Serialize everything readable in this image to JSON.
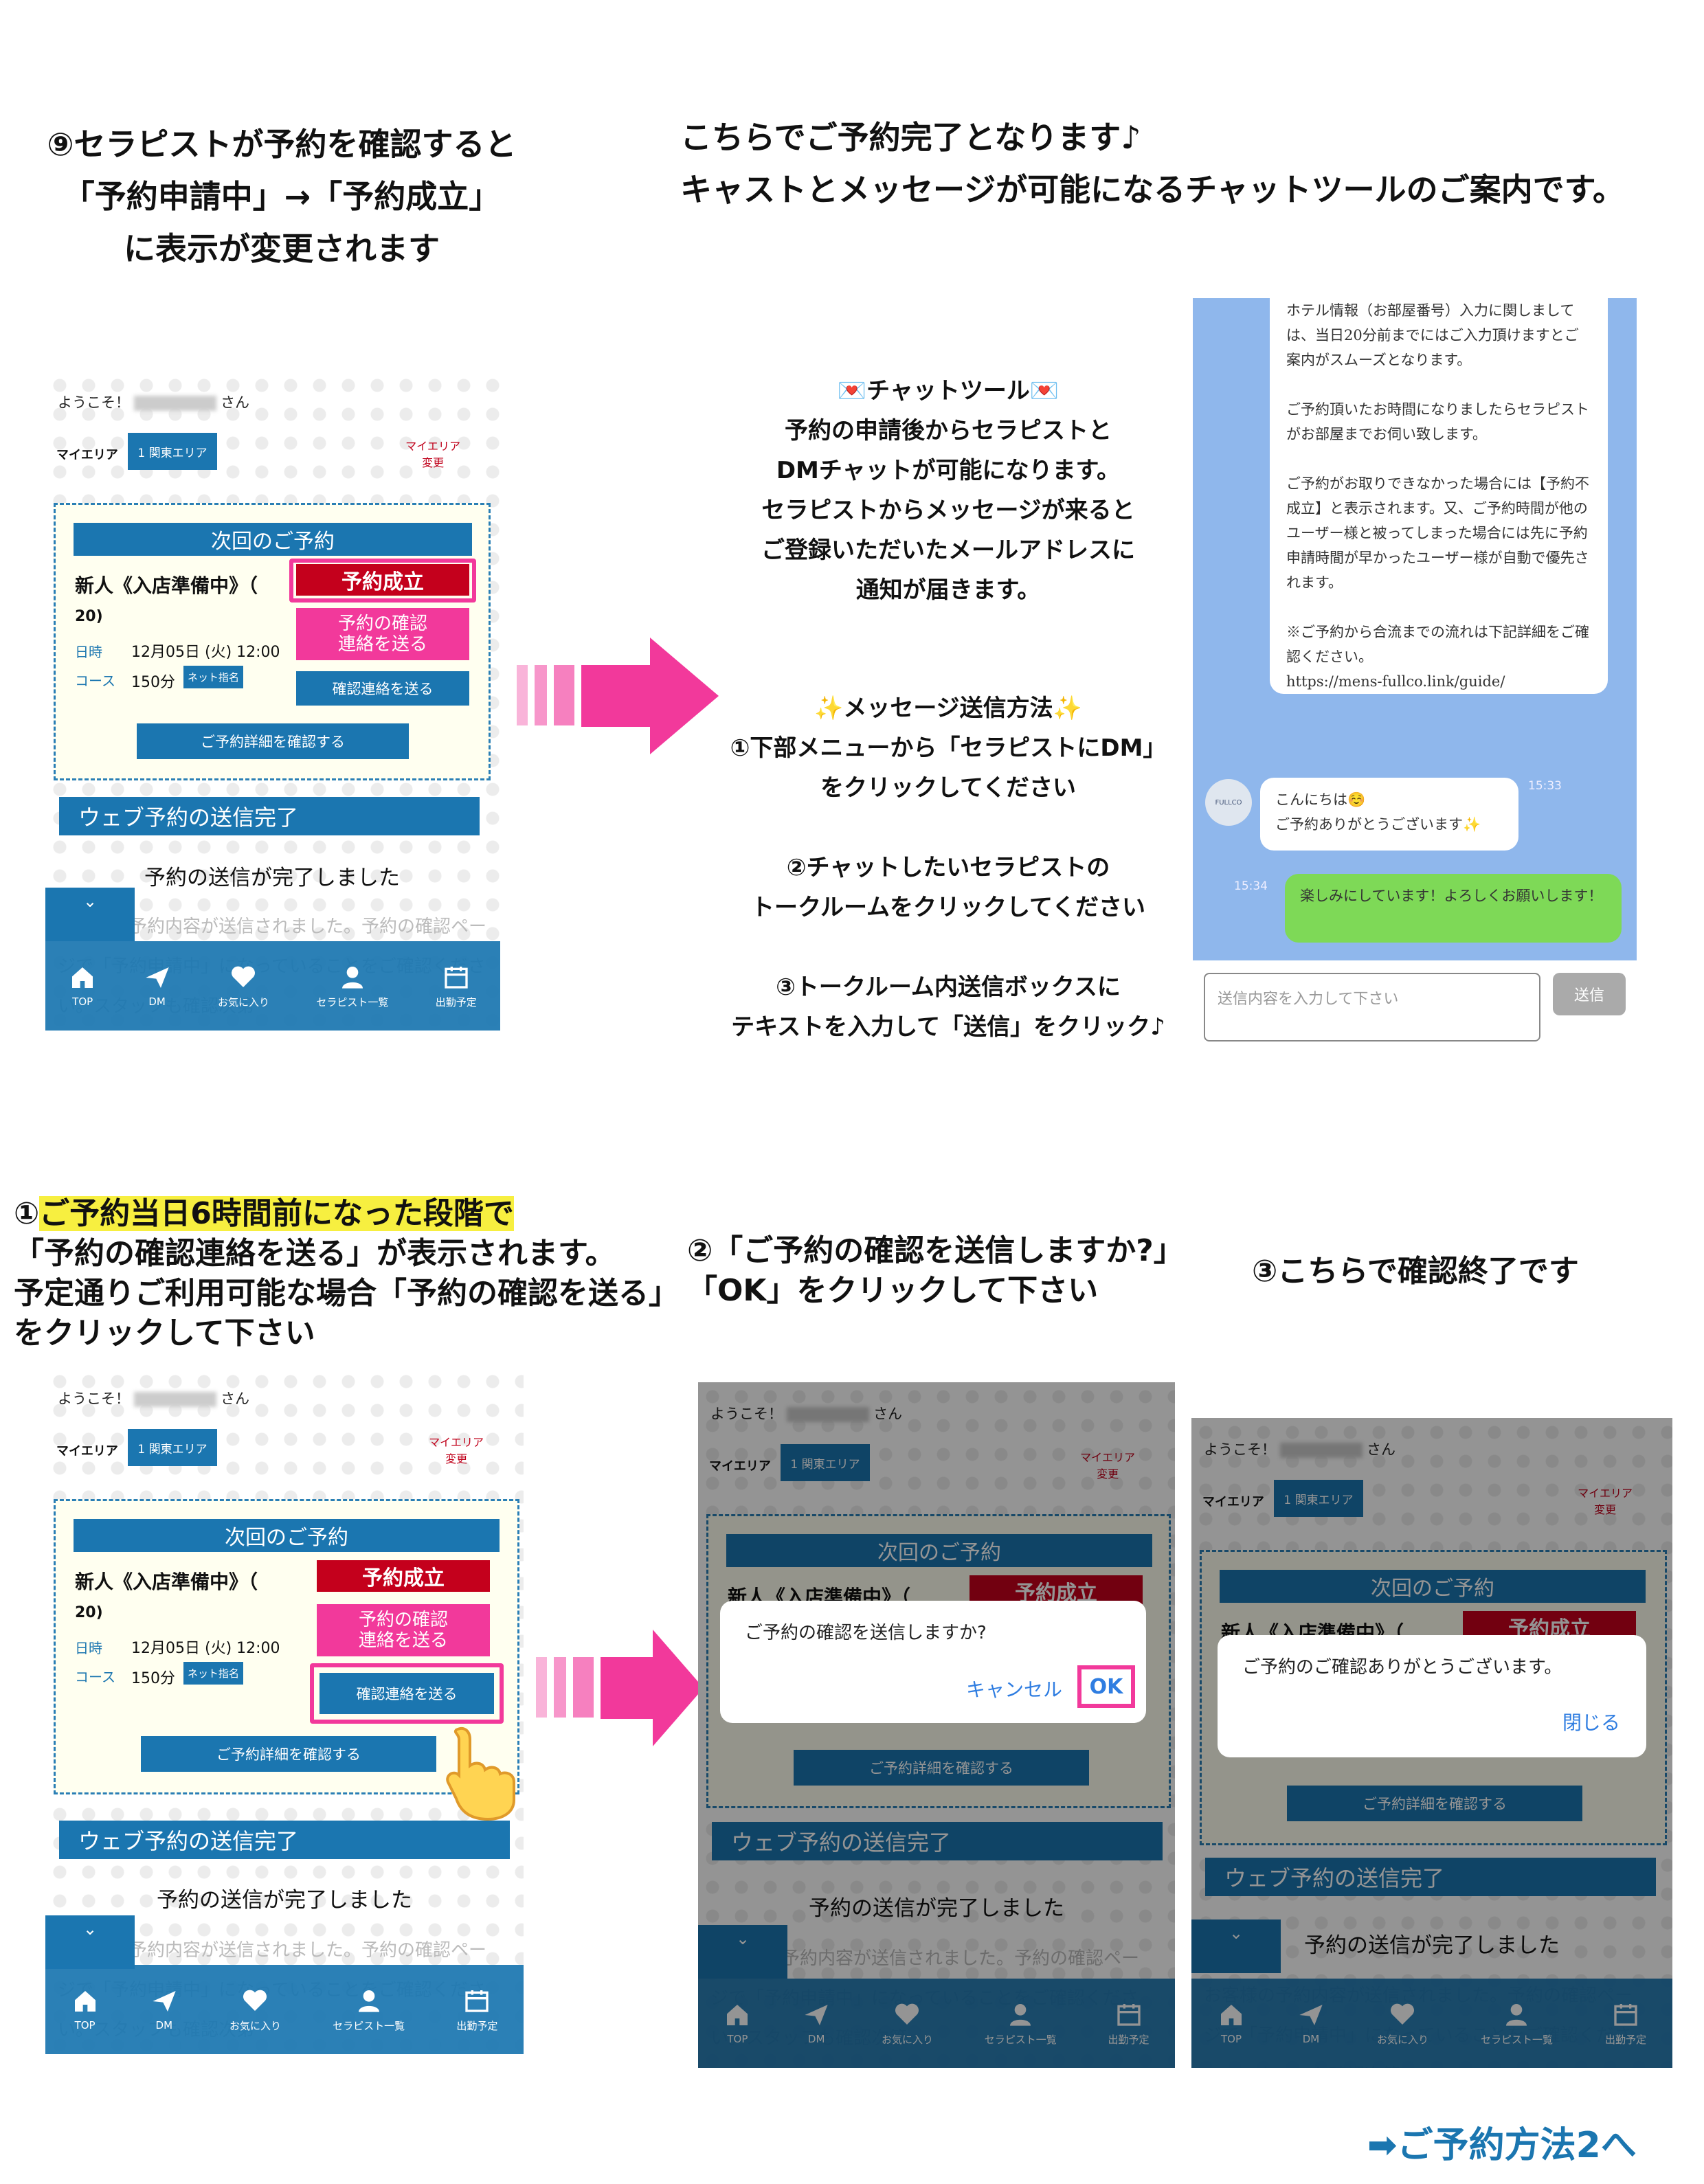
{
  "top_left_heading": "⑨セラピストが予約を確認すると\n「予約申請中」→「予約成立」\nに表示が変更されます",
  "top_right_heading": {
    "line1": "こちらでご予約完了となります♪",
    "line2": "キャストとメッセージが可能になるチャットツールのご案内です。"
  },
  "chat_tool_info": {
    "title": "💌チャットツール💌",
    "body": "予約の申請後からセラピストと\nDMチャットが可能になります。\nセラピストからメッセージが来ると\nご登録いただいたメールアドレスに\n通知が届きます。",
    "method_title": "✨メッセージ送信方法✨",
    "step1": "①下部メニューから「セラピストにDM」\nをクリックしてください",
    "step2": "②チャットしたいセラピストの\nトークルームをクリックしてください",
    "step3": "③トークルーム内送信ボックスに\nテキストを入力して「送信」をクリック♪"
  },
  "chat": {
    "system_message": "ホテル情報（お部屋番号）入力に関しましては、当日20分前までにはご入力頂けますとご案内がスムーズとなります。\n\nご予約頂いたお時間になりましたらセラピストがお部屋までお伺い致します。\n\nご予約がお取りできなかった場合には【予約不成立】と表示されます。又、ご予約時間が他のユーザー様と被ってしまった場合には先に予約申請時間が早かったユーザー様が自動で優先されます。\n\n※ご予約から合流までの流れは下記詳細をご確認ください。\nhttps://mens-fullco.link/guide/",
    "cast_message": "こんにちは☺️\nご予約ありがとうございます✨",
    "cast_time": "15:33",
    "user_message": "楽しみにしています！よろしくお願いします！",
    "user_time": "15:34",
    "avatar_text": "FULLCO",
    "input_placeholder": "送信内容を入力して下さい",
    "send_label": "送信"
  },
  "phone": {
    "welcome_prefix": "ようこそ！",
    "welcome_suffix": "さん",
    "my_area_label": "マイエリア",
    "area_button": "1 関東エリア",
    "area_change": "マイエリア\n変更",
    "next_reservation": "次回のご予約",
    "cast_name": "新人《入店準備中》（",
    "cast_age": "20)",
    "date_label": "日時",
    "date_value": "12月05日 (火) 12:00",
    "course_label": "コース",
    "course_value": "150分",
    "net_badge": "ネット指名",
    "status": "予約成立",
    "confirm_pink": "予約の確認\n連絡を送る",
    "send_confirm_button": "確認連絡を送る",
    "detail_button": "ご予約詳細を確認する",
    "web_complete": "ウェブ予約の送信完了",
    "sent_text": "予約の送信が完了しました",
    "faded_text": "お客様の予約内容が送信されました。予約の確認ページで「予約申請中」になっていることをご確認ください。スタッフも確認次第",
    "collapse_icon": "chevron-down",
    "nav": [
      "TOP",
      "DM",
      "お気に入り",
      "セラピスト一覧",
      "出勤予定"
    ]
  },
  "step1_heading": {
    "num": "①",
    "highlight": "ご予約当日6時間前になった段階で",
    "rest": "「予約の確認連絡を送る」が表示されます。\n予定通りご利用可能な場合「予約の確認を送る」\nをクリックして下さい"
  },
  "step2_heading": "②「ご予約の確認を送信しますか?」\n「OK」をクリックして下さい",
  "step3_heading": "③こちらで確認終了です",
  "dialog_confirm": {
    "text": "ご予約の確認を送信しますか?",
    "cancel": "キャンセル",
    "ok": "OK"
  },
  "dialog_thanks": {
    "text": "ご予約のご確認ありがとうございます。",
    "close": "閉じる"
  },
  "next_link": "➡ご予約方法2へ",
  "colors": {
    "blue": "#1b76b0",
    "red": "#c4001c",
    "pink": "#f2399b",
    "chat_bg": "#8fb7ec",
    "green": "#7ed957"
  }
}
